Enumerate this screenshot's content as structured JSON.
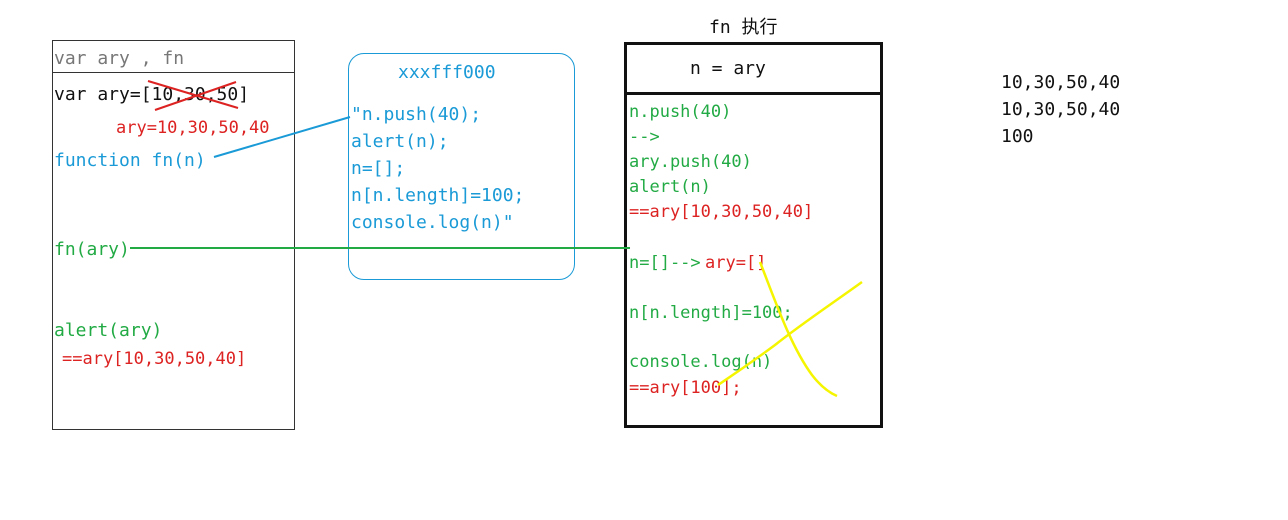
{
  "scope": {
    "header": "var ary , fn",
    "line_var": "var ary=[10,30,50]",
    "annotation_ary": "ary=10,30,50,40",
    "line_function": "function fn(n)",
    "line_call": "fn(ary)",
    "line_alert": "alert(ary)",
    "line_alert_result": "==ary[10,30,50,40]"
  },
  "heap": {
    "address": "xxxfff000",
    "lines": [
      "\"n.push(40);",
      "alert(n);",
      "n=[];",
      "n[n.length]=100;",
      "console.log(n)\""
    ]
  },
  "execution": {
    "title": "fn 执行",
    "header": "n = ary",
    "line_push": "n.push(40)",
    "line_arrow": "-->",
    "line_ary_push": "ary.push(40)",
    "line_alert": "alert(n)",
    "line_alert_result": "==ary[10,30,50,40]",
    "line_reassign_a": "n=[]-->",
    "line_reassign_b": "ary=[]",
    "line_length": "n[n.length]=100;",
    "line_console": "console.log(n)",
    "line_console_result": "==ary[100];"
  },
  "output": {
    "lines": [
      "10,30,50,40",
      "10,30,50,40",
      "100"
    ]
  },
  "colors": {
    "green": "#22aa44",
    "red": "#dd2222",
    "blue": "#1a9ad6",
    "yellow": "#f5f500"
  }
}
